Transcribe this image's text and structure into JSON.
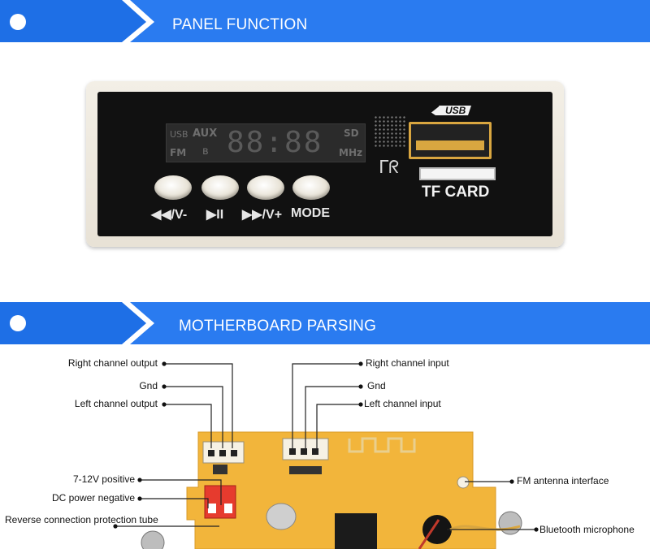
{
  "sections": {
    "panel_function": "PANEL FUNCTION",
    "motherboard_parsing": "MOTHERBOARD PARSING"
  },
  "panel": {
    "lcd": {
      "usb": "USB",
      "aux": "AUX",
      "sd": "SD",
      "fm": "FM",
      "bt_symbol": "ʙ",
      "digits": "88:88",
      "mhz": "MHz"
    },
    "buttons": [
      {
        "label": "◀◀/V-"
      },
      {
        "label": "▶II"
      },
      {
        "label": "▶▶/V+"
      },
      {
        "label": "MODE"
      }
    ],
    "usb_label": "USB",
    "tf_card_label": "TF CARD"
  },
  "annotations": {
    "left": [
      "Right channel output",
      "Gnd",
      "Left channel output",
      "7-12V positive",
      "DC power negative",
      "Reverse connection protection tube"
    ],
    "top_right": [
      "Right channel input",
      "Gnd",
      "Left channel input"
    ],
    "right": [
      "FM antenna interface",
      "Bluetooth microphone"
    ]
  },
  "colors": {
    "banner_blue": "#1f6ee0",
    "pcb_yellow": "#f2b53b",
    "panel_black": "#111111"
  }
}
